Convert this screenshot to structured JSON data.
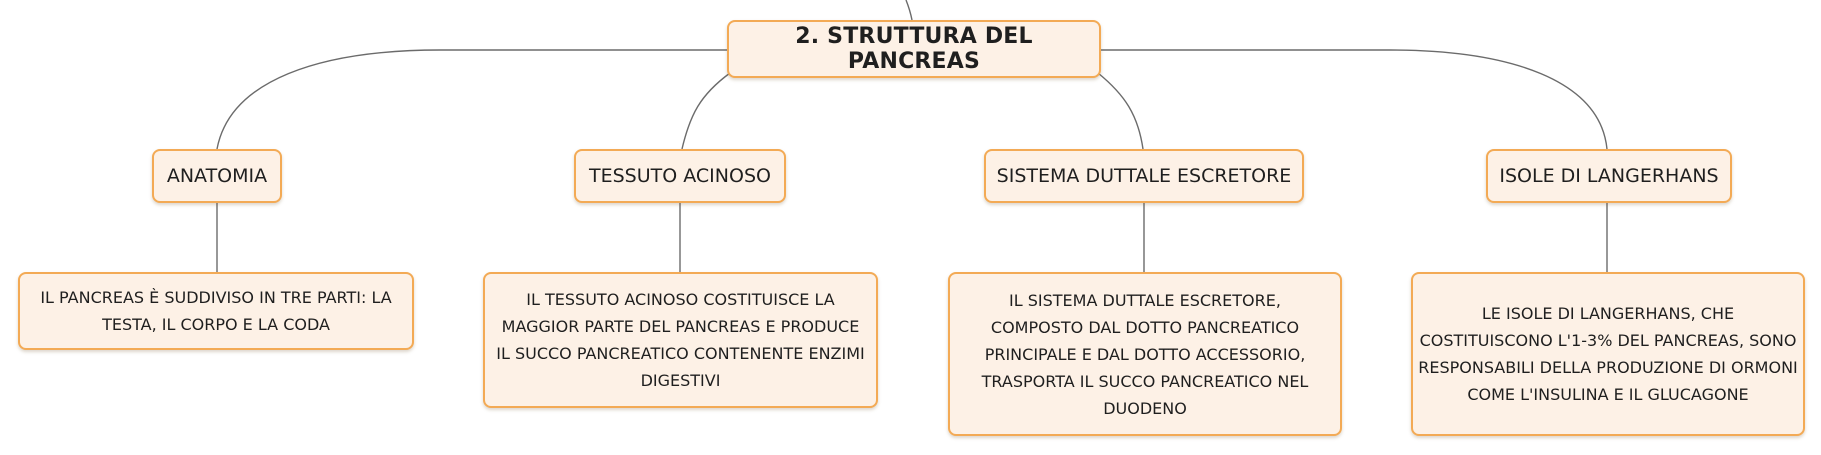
{
  "diagram": {
    "root": {
      "label": "2. STRUTTURA DEL PANCREAS"
    },
    "branches": [
      {
        "label": "ANATOMIA",
        "detail": "IL PANCREAS È SUDDIVISO IN TRE PARTI: LA TESTA, IL CORPO E LA CODA"
      },
      {
        "label": "TESSUTO ACINOSO",
        "detail": "IL TESSUTO ACINOSO COSTITUISCE LA MAGGIOR PARTE DEL PANCREAS E PRODUCE IL SUCCO PANCREATICO CONTENENTE ENZIMI DIGESTIVI"
      },
      {
        "label": "SISTEMA DUTTALE ESCRETORE",
        "detail": "IL SISTEMA DUTTALE ESCRETORE, COMPOSTO DAL DOTTO PANCREATICO PRINCIPALE E DAL DOTTO ACCESSORIO, TRASPORTA IL SUCCO PANCREATICO NEL DUODENO"
      },
      {
        "label": "ISOLE DI LANGERHANS",
        "detail": "LE ISOLE DI LANGERHANS, CHE COSTITUISCONO L'1-3% DEL PANCREAS, SONO RESPONSABILI DELLA PRODUZIONE DI ORMONI COME L'INSULINA E IL GLUCAGONE"
      }
    ]
  },
  "colors": {
    "node_border": "#f3aa55",
    "node_fill": "#fdf1e6",
    "connector": "#6b6b6b",
    "text": "#1f1f1f"
  }
}
